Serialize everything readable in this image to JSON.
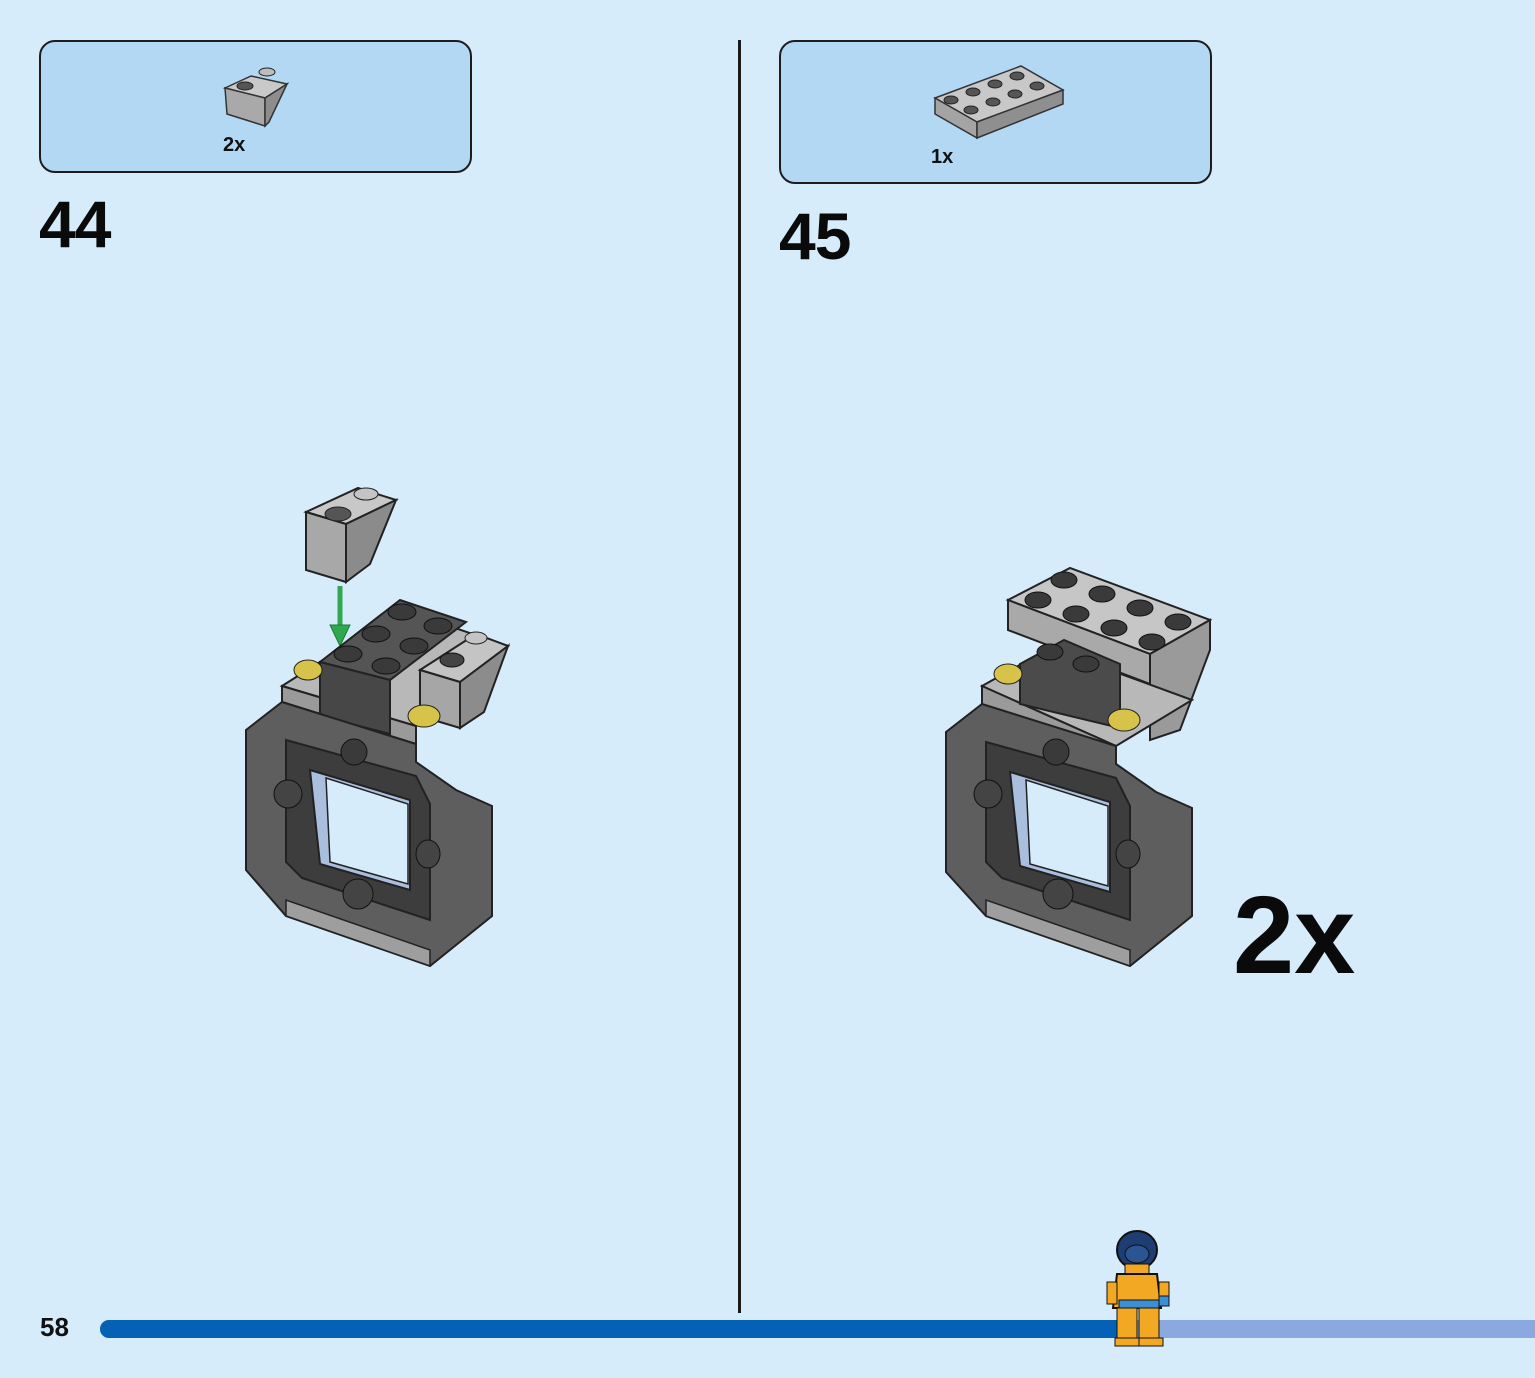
{
  "steps": [
    {
      "number": "44",
      "parts": [
        {
          "quantity": "2x",
          "part": "light gray 2x1 inverted slope"
        }
      ]
    },
    {
      "number": "45",
      "parts": [
        {
          "quantity": "1x",
          "part": "light gray 2x4 plate"
        }
      ],
      "build_multiplier": "2x"
    }
  ],
  "page": {
    "number": "58",
    "progress": 0.72
  },
  "colors": {
    "background": "#d6ecfb",
    "parts_box": "#b3d8f4",
    "progress_fill": "#0461b5",
    "progress_track": "#8aaadf",
    "arrow": "#2fa84f"
  }
}
